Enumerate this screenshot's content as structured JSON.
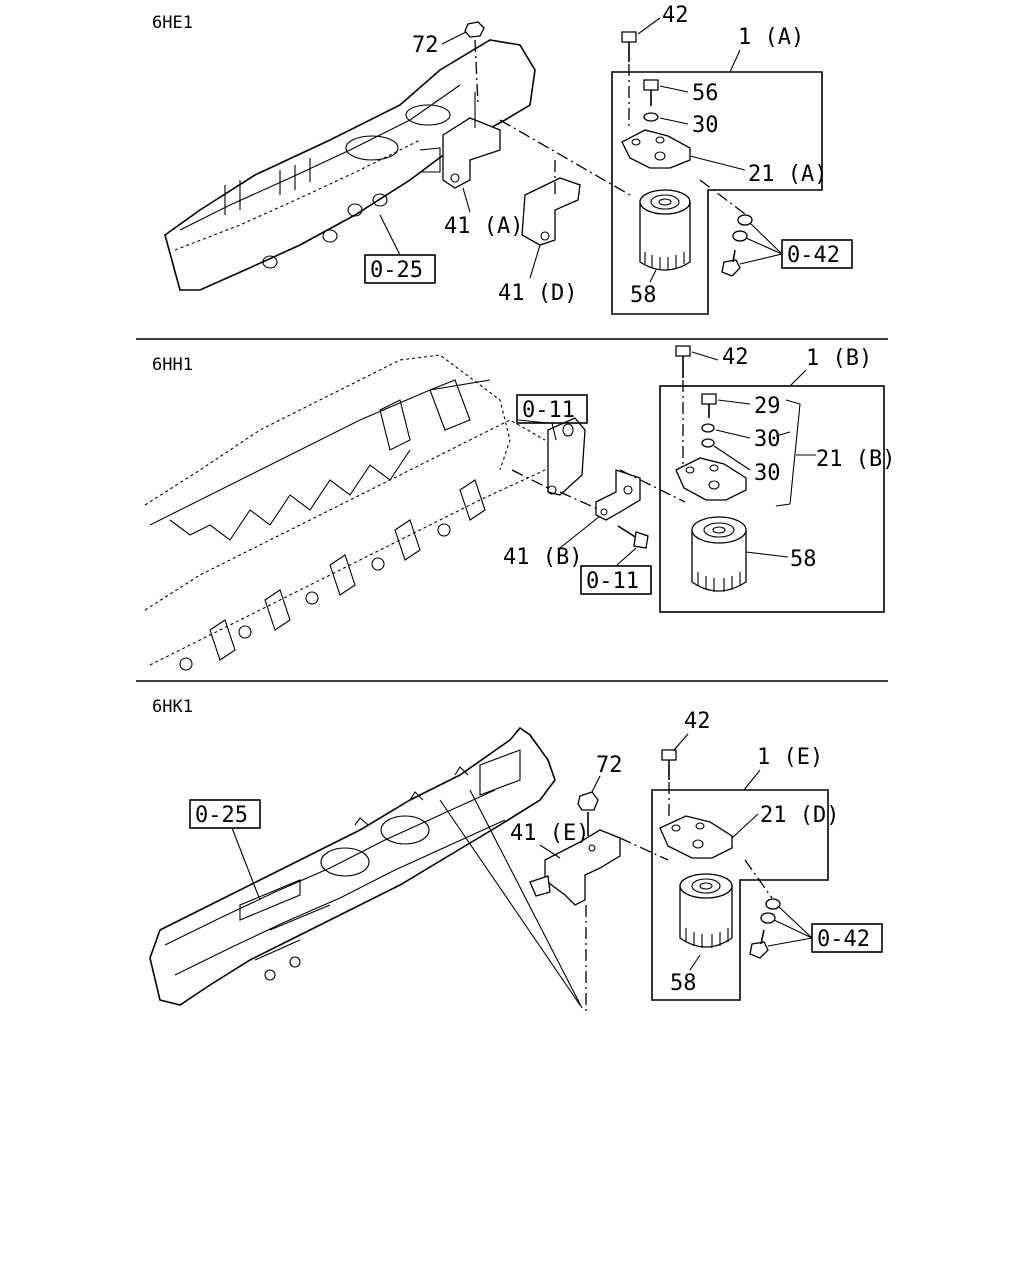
{
  "sections": [
    {
      "engine": "6HE1",
      "assembly": "1 (A)",
      "refs": [
        "0-25",
        "0-42"
      ],
      "labels": {
        "bolt_top": "42",
        "nut": "72",
        "bolt_small": "56",
        "washer": "30",
        "head": "21 (A)",
        "bracket_a": "41 (A)",
        "bracket_d": "41 (D)",
        "filter": "58"
      }
    },
    {
      "engine": "6HH1",
      "assembly": "1 (B)",
      "refs": [
        "0-11",
        "0-11"
      ],
      "labels": {
        "bolt_top": "42",
        "bolt_small": "29",
        "washer1": "30",
        "washer2": "30",
        "head": "21 (B)",
        "bracket": "41 (B)",
        "filter": "58"
      }
    },
    {
      "engine": "6HK1",
      "assembly": "1 (E)",
      "refs": [
        "0-25",
        "0-42"
      ],
      "labels": {
        "bolt_top": "42",
        "nut": "72",
        "bracket": "41 (E)",
        "head": "21 (D)",
        "filter": "58"
      }
    }
  ]
}
